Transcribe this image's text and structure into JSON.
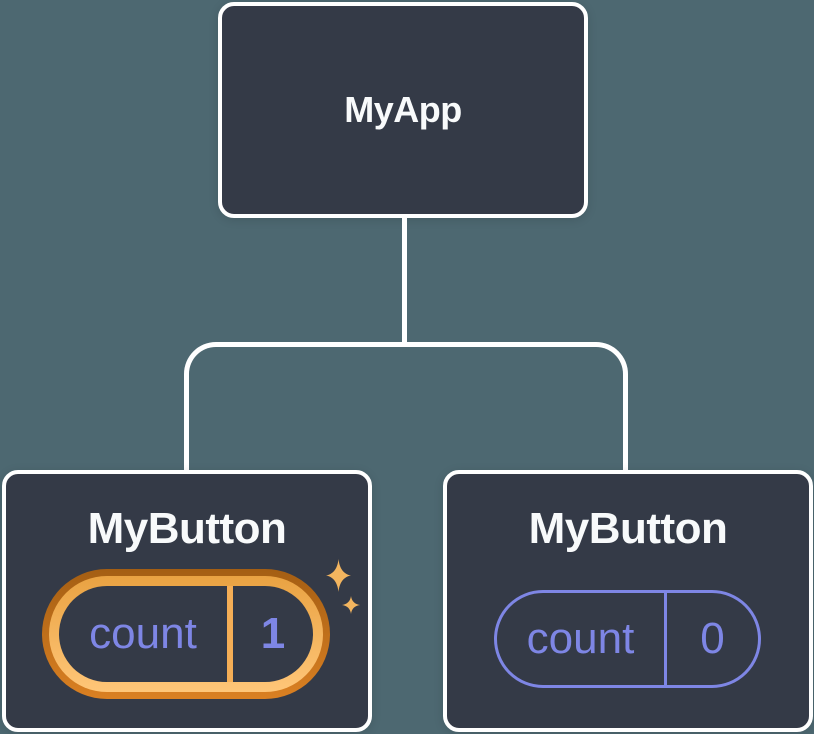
{
  "colors": {
    "background": "#4D6871",
    "node-fill": "#343A47",
    "node-stroke": "#FFFFFF",
    "title-text": "#F8FAFB",
    "accent-purple": "#7E86E5",
    "gold-mid": "#F5AE56",
    "ring-outer-top": "#A45E13",
    "ring-outer-bottom": "#DA8022",
    "ring-inner-top": "#E9A242",
    "ring-inner-bottom": "#FFC678",
    "sparkle-gold": "#F3B55F"
  },
  "tree": {
    "root": {
      "title": "MyApp"
    },
    "children": [
      {
        "title": "MyButton",
        "state": {
          "label": "count",
          "value": "1"
        },
        "highlighted": true,
        "icons": [
          "sparkle-large-icon",
          "sparkle-small-icon"
        ]
      },
      {
        "title": "MyButton",
        "state": {
          "label": "count",
          "value": "0"
        },
        "highlighted": false
      }
    ]
  }
}
